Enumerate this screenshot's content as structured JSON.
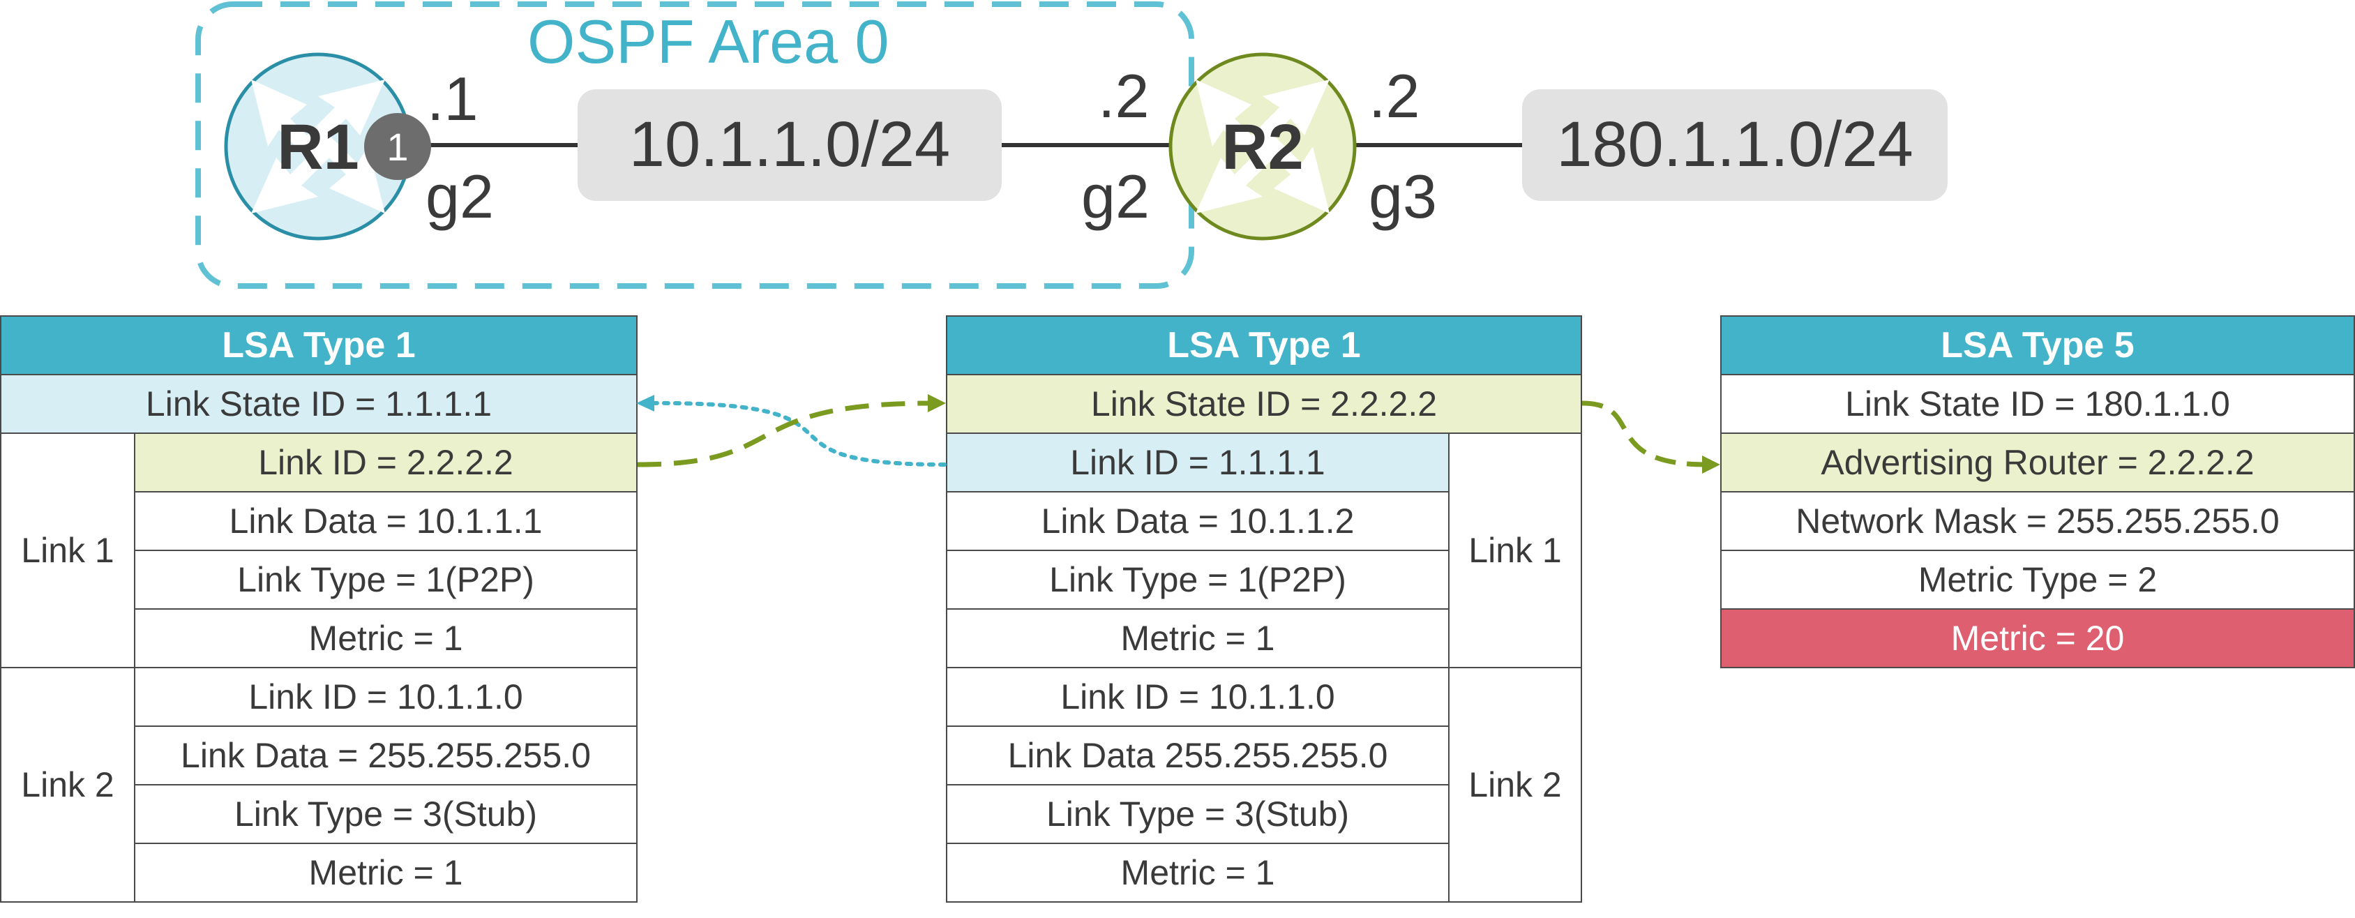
{
  "colors": {
    "area_border": "#5fc1d3",
    "area_label": "#43b3c9",
    "r1_fill": "#d8eef5",
    "r1_stroke": "#2a8fa6",
    "r2_fill": "#eaf1cc",
    "r2_stroke": "#6e8a1e",
    "subnet_box": "#e2e2e2",
    "header": "#43b3c9",
    "green_arrow": "#7a9a20",
    "blue_arrow": "#43b3c9",
    "metric_highlight": "#dd5f70"
  },
  "topology": {
    "area_label": "OSPF Area 0",
    "r1": {
      "label": "R1",
      "badge": "1"
    },
    "r2": {
      "label": "R2"
    },
    "r1_ip": ".1",
    "r1_iface": "g2",
    "r2_ip_left": ".2",
    "r2_iface_left": "g2",
    "r2_ip_right": ".2",
    "r2_iface_right": "g3",
    "net1": "10.1.1.0/24",
    "net2": "180.1.1.0/24"
  },
  "lsa_r1": {
    "header": "LSA Type 1",
    "lsid": "Link State ID = 1.1.1.1",
    "link1": {
      "label": "Link 1",
      "rows": [
        "Link ID = 2.2.2.2",
        "Link Data = 10.1.1.1",
        "Link Type = 1(P2P)",
        "Metric = 1"
      ]
    },
    "link2": {
      "label": "Link 2",
      "rows": [
        "Link ID = 10.1.1.0",
        "Link Data = 255.255.255.0",
        "Link Type = 3(Stub)",
        "Metric = 1"
      ]
    }
  },
  "lsa_r2": {
    "header": "LSA Type 1",
    "lsid": "Link State ID = 2.2.2.2",
    "link1": {
      "label": "Link 1",
      "rows": [
        "Link ID = 1.1.1.1",
        "Link Data = 10.1.1.2",
        "Link Type = 1(P2P)",
        "Metric = 1"
      ]
    },
    "link2": {
      "label": "Link 2",
      "rows": [
        "Link ID = 10.1.1.0",
        "Link Data 255.255.255.0",
        "Link Type = 3(Stub)",
        "Metric = 1"
      ]
    }
  },
  "lsa_ext": {
    "header": "LSA Type 5",
    "rows": [
      "Link State ID = 180.1.1.0",
      "Advertising Router = 2.2.2.2",
      "Network Mask = 255.255.255.0",
      "Metric Type = 2",
      "Metric = 20"
    ]
  }
}
